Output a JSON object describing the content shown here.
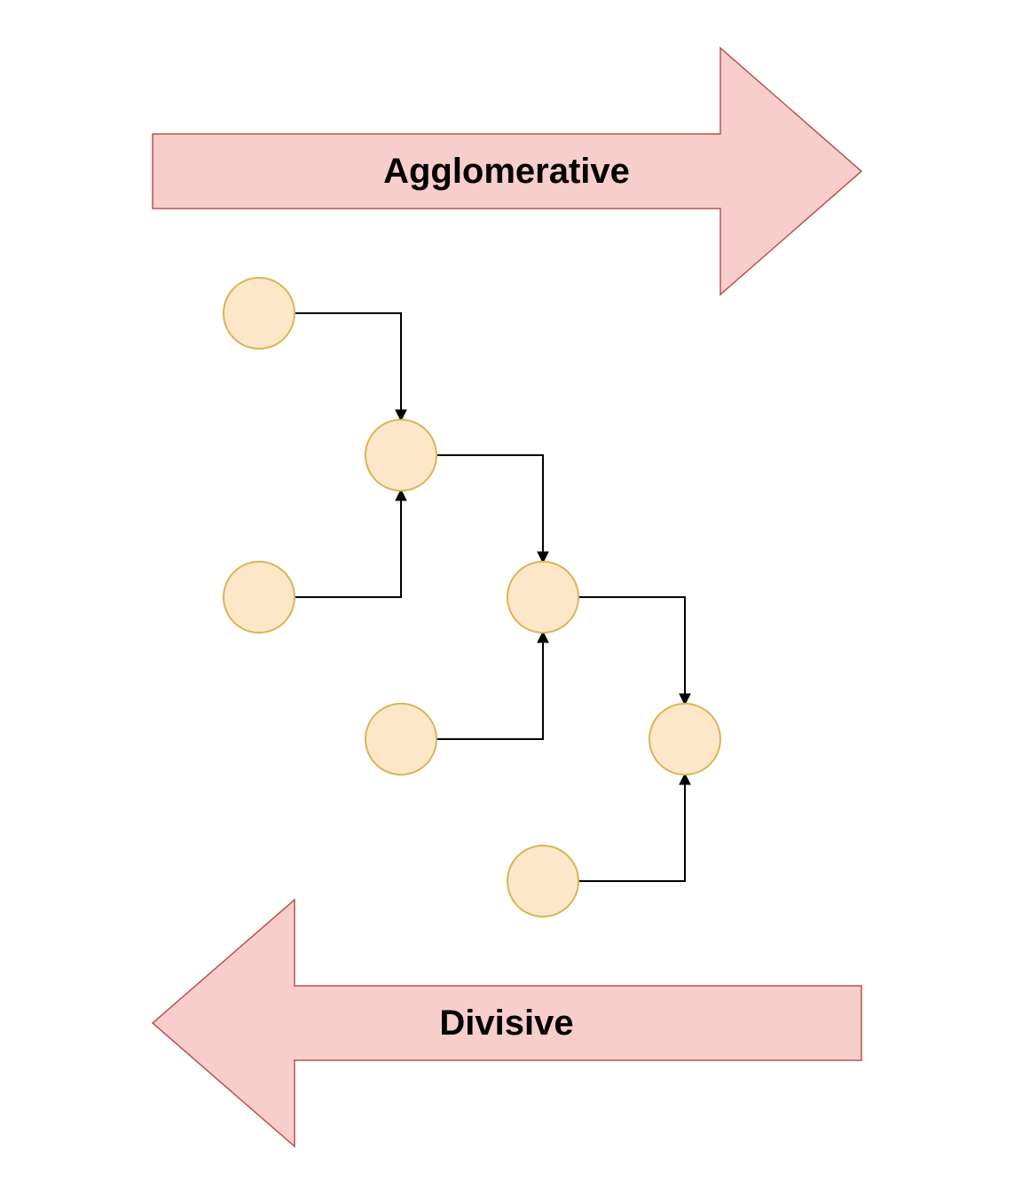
{
  "colors": {
    "arrow_fill": "#f8cecc",
    "arrow_stroke": "#b85450",
    "node_fill": "#fde7c8",
    "node_stroke": "#d6b656",
    "edge": "#000000"
  },
  "arrows": {
    "agglomerative": {
      "label": "Agglomerative",
      "direction": "right"
    },
    "divisive": {
      "label": "Divisive",
      "direction": "left"
    }
  },
  "nodes": [
    {
      "id": "n1"
    },
    {
      "id": "n2"
    },
    {
      "id": "n3"
    },
    {
      "id": "n4"
    },
    {
      "id": "n5"
    },
    {
      "id": "n6"
    },
    {
      "id": "n7"
    }
  ],
  "edges": [
    {
      "from": "n1",
      "to": "n2"
    },
    {
      "from": "n3",
      "to": "n2"
    },
    {
      "from": "n2",
      "to": "n4"
    },
    {
      "from": "n5",
      "to": "n4"
    },
    {
      "from": "n4",
      "to": "n6"
    },
    {
      "from": "n7",
      "to": "n6"
    }
  ]
}
